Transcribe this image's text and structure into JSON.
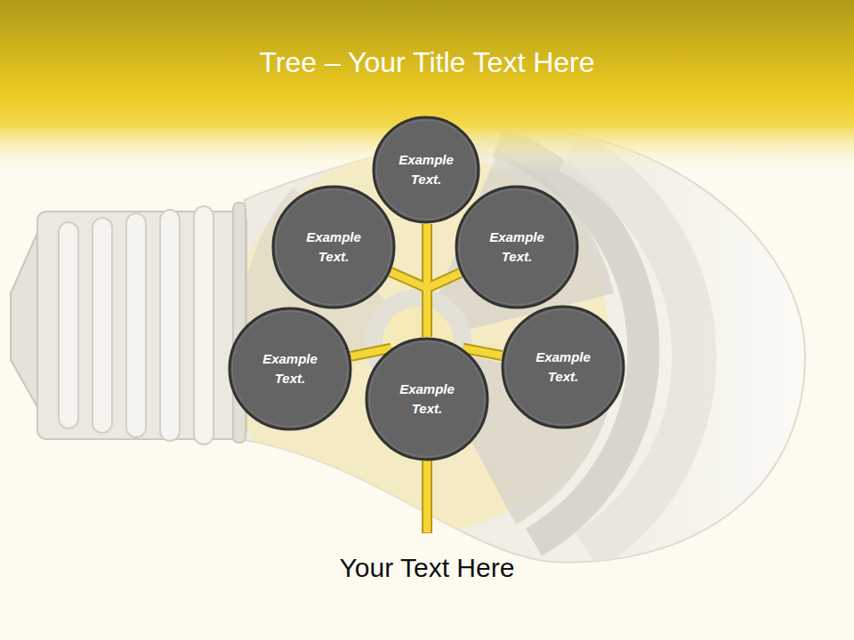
{
  "diagram": {
    "title": "Tree – Your Title Text Here",
    "caption": "Your Text Here",
    "nodes": [
      {
        "text": [
          "Example Text."
        ]
      },
      {
        "text": [
          "Example Text."
        ]
      },
      {
        "text": [
          "Example Text."
        ]
      },
      {
        "text": [
          "Example Text."
        ]
      },
      {
        "text": [
          "Example Text."
        ]
      },
      {
        "text": [
          "Example Text."
        ]
      }
    ],
    "edges": [
      {
        "from": 5,
        "to": 0,
        "arrow": "none"
      },
      {
        "from": 5,
        "to": 1,
        "arrow": "none"
      },
      {
        "from": 5,
        "to": 2,
        "arrow": "none"
      },
      {
        "from": 5,
        "to": 3,
        "arrow": "none"
      },
      {
        "from": 5,
        "to": 4,
        "arrow": "none"
      }
    ]
  }
}
